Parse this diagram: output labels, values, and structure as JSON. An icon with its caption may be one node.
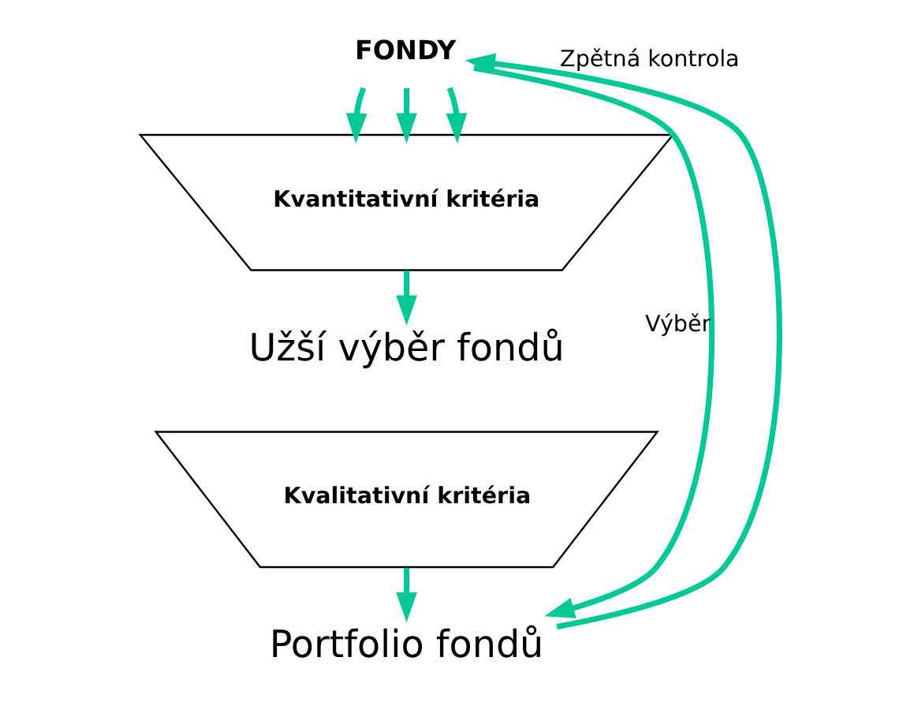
{
  "diagram": {
    "nodes": [
      {
        "text": [
          "FONDY"
        ]
      },
      {
        "text": [
          "Kvantitativní kritéria"
        ]
      },
      {
        "text": [
          "Užší výběr fondů"
        ]
      },
      {
        "text": [
          "Kvalitativní kritéria"
        ]
      },
      {
        "text": [
          "Portfolio fondů"
        ]
      }
    ],
    "edges": [
      {
        "from": 0,
        "to": 1,
        "arrow": "to"
      },
      {
        "from": 0,
        "to": 1,
        "arrow": "to"
      },
      {
        "from": 0,
        "to": 1,
        "arrow": "to"
      },
      {
        "from": 1,
        "to": 2,
        "arrow": "to"
      },
      {
        "from": 3,
        "to": 4,
        "arrow": "to"
      },
      {
        "from": 4,
        "to": 0,
        "arrow": "to",
        "label": "Zpětná kontrola"
      },
      {
        "from": 0,
        "to": 4,
        "arrow": "to",
        "label": "Výběr"
      }
    ]
  }
}
